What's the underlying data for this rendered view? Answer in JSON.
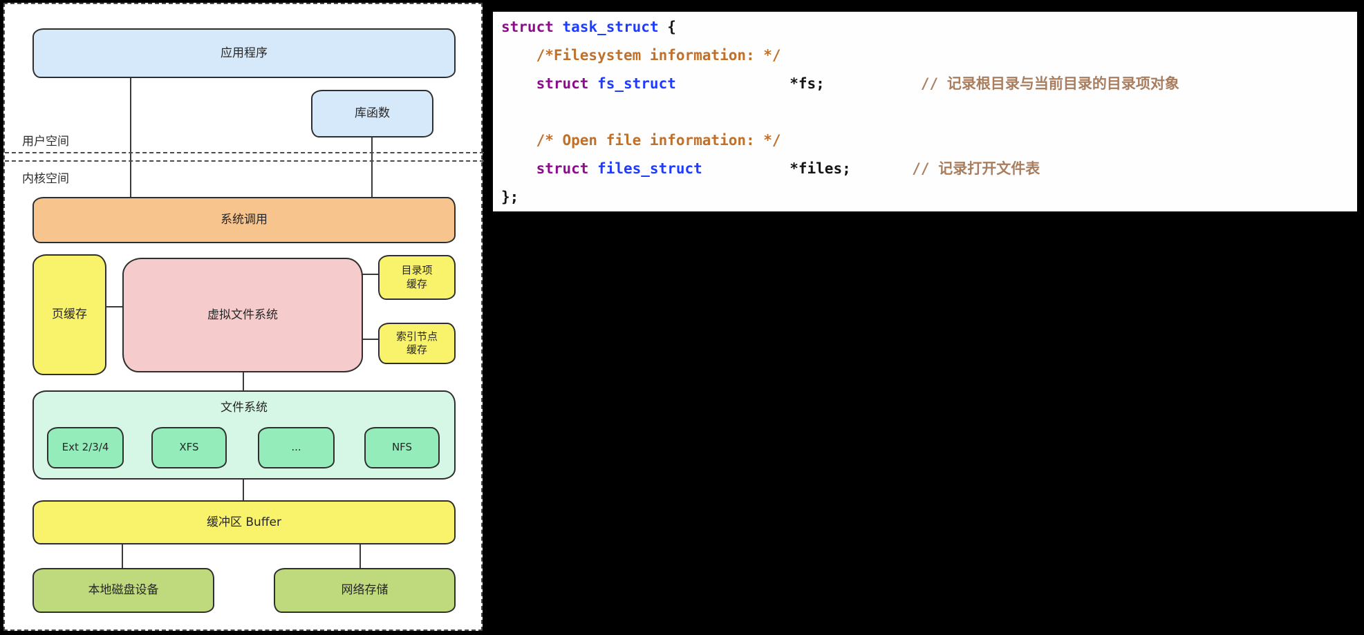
{
  "diagram": {
    "labels": {
      "user_space": "用户空间",
      "kernel_space": "内核空间"
    },
    "boxes": {
      "app": "应用程序",
      "lib": "库函数",
      "syscall": "系统调用",
      "page_cache": "页缓存",
      "vfs": "虚拟文件系统",
      "dentry_cache_line1": "目录项",
      "dentry_cache_line2": "缓存",
      "inode_cache_line1": "索引节点",
      "inode_cache_line2": "缓存",
      "fs": "文件系统",
      "ext": "Ext 2/3/4",
      "xfs": "XFS",
      "dots": "...",
      "nfs": "NFS",
      "buffer": "缓冲区 Buffer",
      "local_disk": "本地磁盘设备",
      "network_storage": "网络存储"
    },
    "colors": {
      "blue": "#d6e9fa",
      "orange": "#f8c48e",
      "yellow": "#f9f26b",
      "pink": "#f6cbcb",
      "mint": "#d6f6e6",
      "green_inner": "#94ecbb",
      "green_bottom": "#bfda7d"
    }
  },
  "code": {
    "colors": {
      "keyword": "#8c0d8c",
      "type_name": "#1e3cff",
      "plain": "#141414",
      "block_comment": "#c0702a",
      "line_comment": "#a97e5f"
    },
    "l1": {
      "kw": "struct ",
      "type": "task_struct ",
      "rest": "{"
    },
    "l2": {
      "comment": "    /*Filesystem information: */"
    },
    "l3": {
      "kw": "    struct ",
      "type": "fs_struct",
      "gap1": "             ",
      "ptr": "*fs;",
      "gap2": "           ",
      "comment": "// 记录根目录与当前目录的目录项对象"
    },
    "l5": {
      "comment": "    /* Open file information: */"
    },
    "l6": {
      "kw": "    struct ",
      "type": "files_struct",
      "gap1": "          ",
      "ptr": "*files;",
      "gap2": "       ",
      "comment": "// 记录打开文件表"
    },
    "l7": {
      "rest": "};"
    }
  }
}
